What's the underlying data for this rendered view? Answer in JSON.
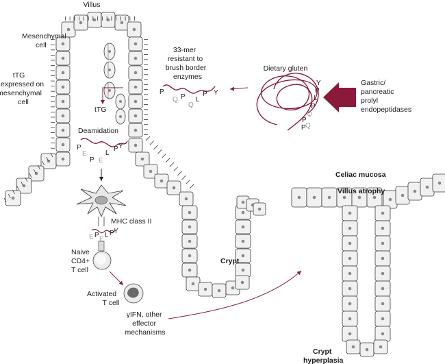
{
  "labels": {
    "villus": "Villus",
    "mesenchymal_cell": [
      "Mesenchymal",
      "cell"
    ],
    "ttg_expressed": [
      "tTG",
      "expressed on",
      "mesenchymal",
      "cell"
    ],
    "mer33": [
      "33-mer",
      "resistant to",
      "brush border",
      "enzymes"
    ],
    "dietary_gluten": "Dietary gluten",
    "endopeptidases": [
      "Gastric/",
      "pancreatic",
      "prolyl",
      "endopeptidases"
    ],
    "ttg": "tTG",
    "deamidation": "Deamidation",
    "mhc": "MHC class II",
    "naive": [
      "Naive",
      "CD4+",
      "T cell"
    ],
    "activated": [
      "Activated",
      "T cell"
    ],
    "ifn": [
      "γIFN, other",
      "effector",
      "mechanisms"
    ],
    "crypt": "Crypt",
    "celiac_mucosa": "Celiac mucosa",
    "villus_atrophy": "Villus atrophy",
    "crypt_hyperplasia": [
      "Crypt",
      "hyperplasia"
    ]
  },
  "peptides": {
    "mer33_residues": [
      "P",
      "Q",
      "P",
      "Q",
      "L",
      "P",
      "Y"
    ],
    "gluten_residues": [
      "Y",
      "P",
      "L",
      "P",
      "Q",
      "P",
      "Q",
      "P"
    ],
    "deamidated_residues": [
      "P",
      "E",
      "P",
      "E",
      "L",
      "P",
      "Y"
    ],
    "mhc_residues": [
      "E",
      "P",
      "E",
      "L",
      "P",
      "Y"
    ]
  },
  "colors": {
    "accent": "#8b1a3a",
    "cell_fill": "#f1f1f1",
    "nucleus": "#8a8a8a",
    "outline": "#3a3a3a"
  }
}
